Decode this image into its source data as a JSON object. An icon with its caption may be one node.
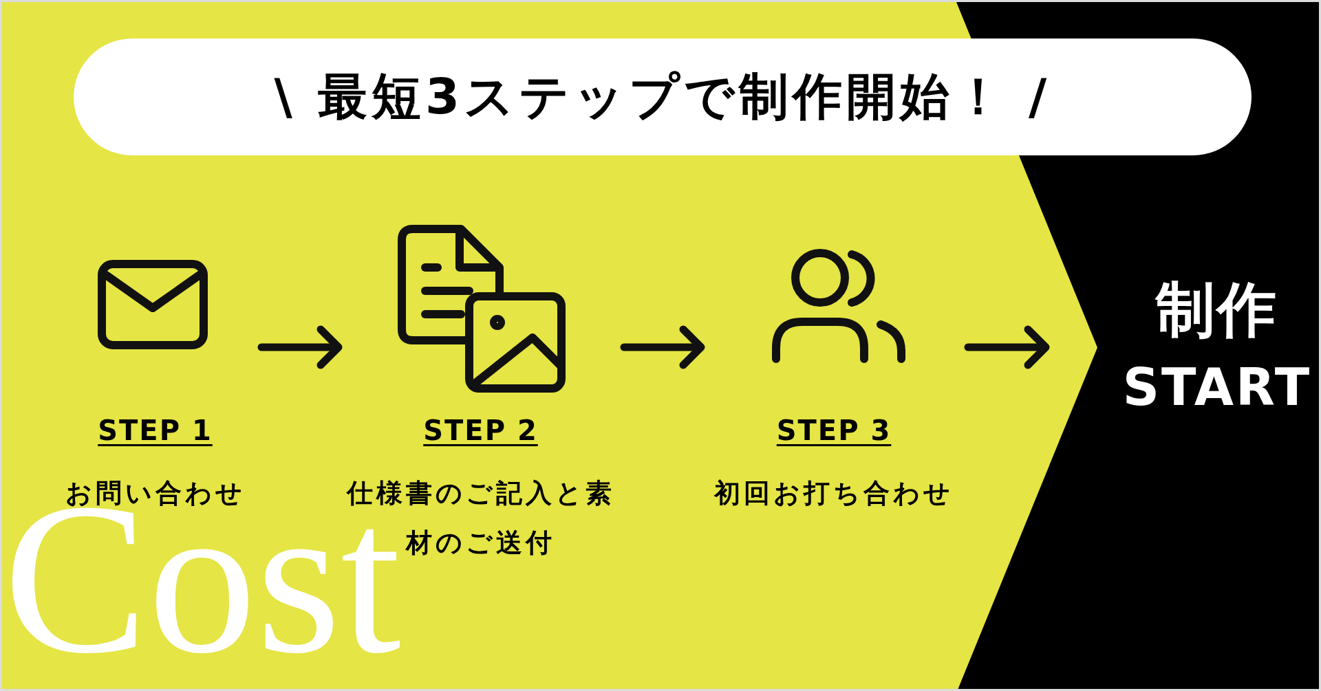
{
  "diagram": {
    "nodes": [
      {
        "text": [
          "\\ 最短3ステップで制作開始！ /"
        ]
      },
      {
        "text": [
          "STEP 1",
          "お問い合わせ"
        ]
      },
      {
        "text": [
          "STEP 2",
          "仕様書のご記入と素材のご送付"
        ]
      },
      {
        "text": [
          "STEP 3",
          "初回お打ち合わせ"
        ]
      },
      {
        "text": [
          "制作",
          "START"
        ]
      }
    ],
    "edges": [
      {
        "from": 1,
        "to": 2,
        "arrow": "to"
      },
      {
        "from": 2,
        "to": 3,
        "arrow": "to"
      },
      {
        "from": 3,
        "to": 4,
        "arrow": "to"
      }
    ],
    "labels": [
      "Cost"
    ]
  }
}
